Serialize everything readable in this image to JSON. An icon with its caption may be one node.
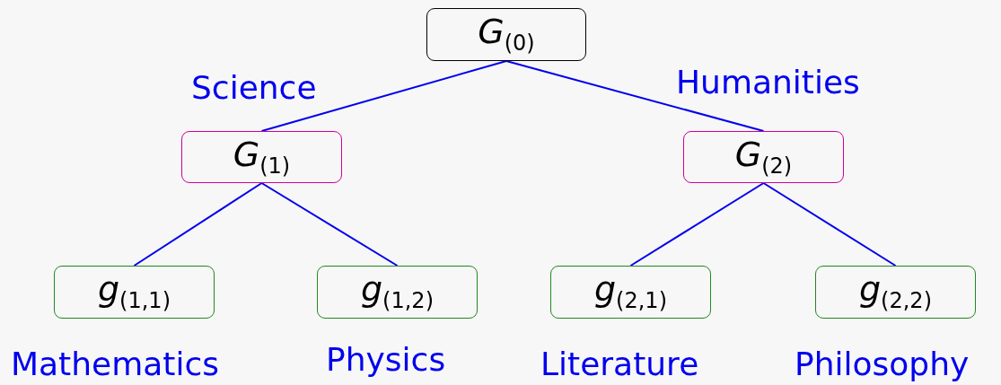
{
  "diagram": {
    "nodes": [
      {
        "text": [
          "*G*$_{(0)}$"
        ]
      },
      {
        "text": [
          "*G*$_{(1)}$"
        ]
      },
      {
        "text": [
          "*G*$_{(2)}$"
        ]
      },
      {
        "text": [
          "*g*$_{(1,1)}$"
        ],
        "beside": [
          "Mathematics"
        ]
      },
      {
        "text": [
          "*g*$_{(1,2)}$"
        ],
        "beside": [
          "Physics"
        ]
      },
      {
        "text": [
          "*g*$_{(2,1)}$"
        ],
        "beside": [
          "Literature"
        ]
      },
      {
        "text": [
          "*g*$_{(2,2)}$"
        ],
        "beside": [
          "Philosophy"
        ]
      }
    ],
    "edges": [
      {
        "from": 0,
        "to": 1,
        "arrow": "none",
        "label": "Science"
      },
      {
        "from": 0,
        "to": 2,
        "arrow": "none",
        "label": "Humanities"
      },
      {
        "from": 1,
        "to": 3,
        "arrow": "none"
      },
      {
        "from": 1,
        "to": 4,
        "arrow": "none"
      },
      {
        "from": 2,
        "to": 5,
        "arrow": "none"
      },
      {
        "from": 2,
        "to": 6,
        "arrow": "none"
      }
    ]
  }
}
